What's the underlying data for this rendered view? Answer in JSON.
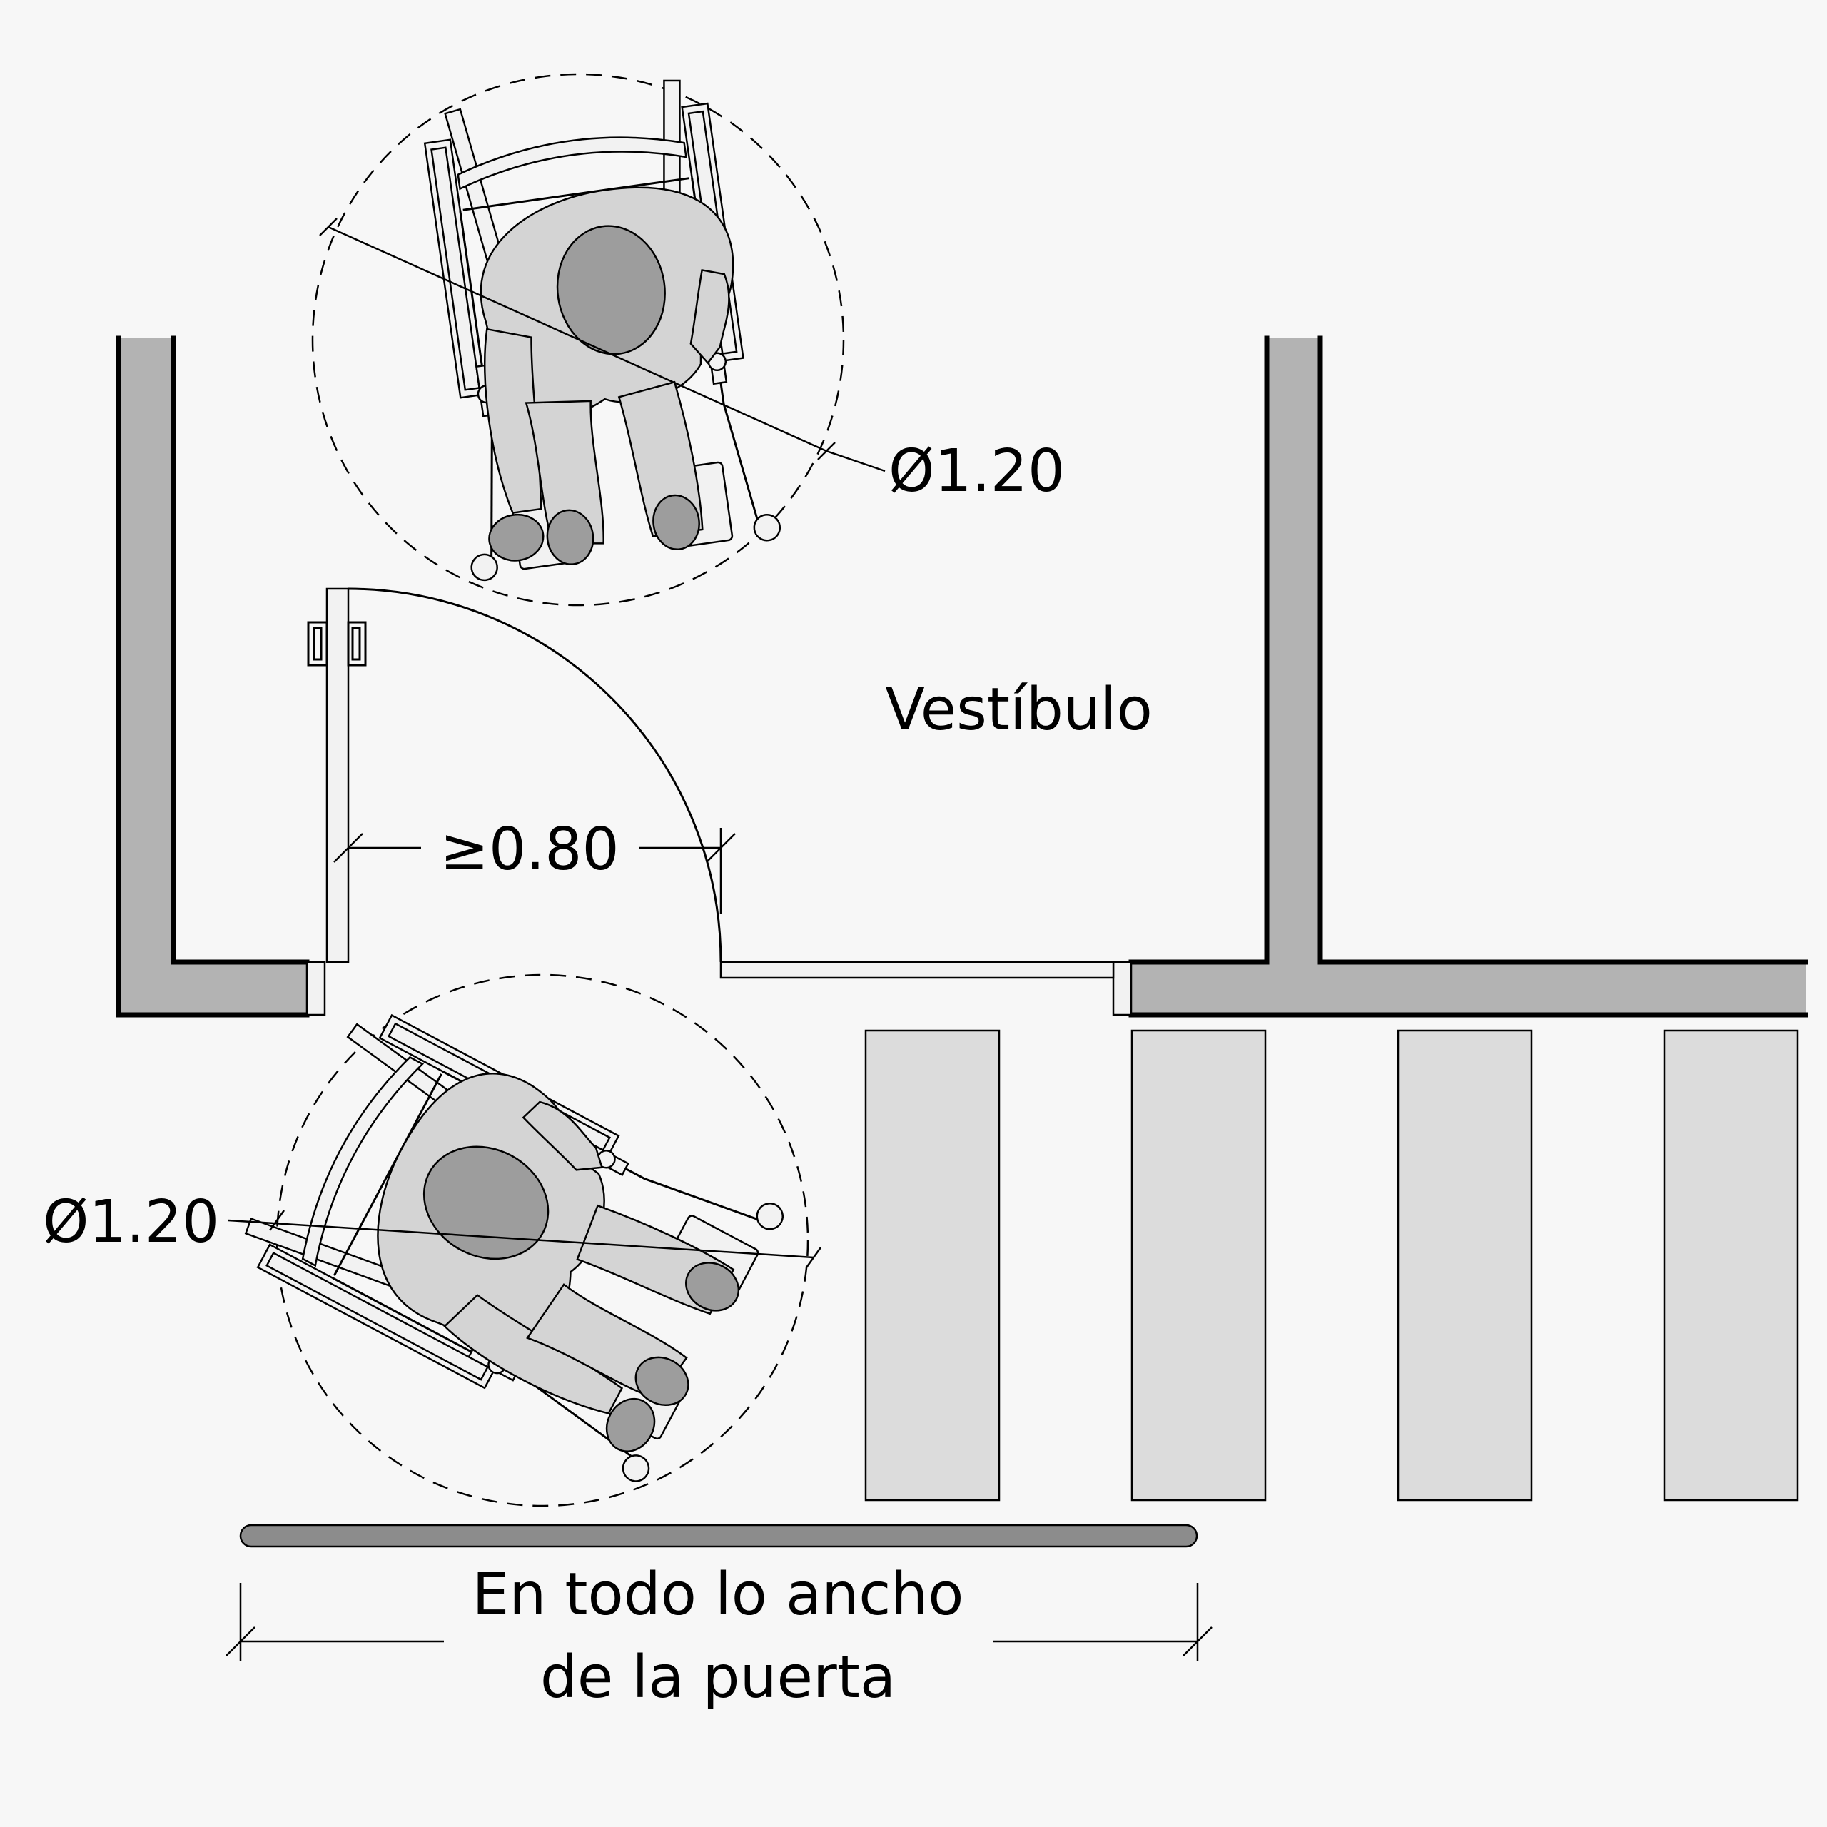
{
  "labels": {
    "room": "Vestíbulo",
    "clear_width": "≥0.80",
    "turning_diameter_top": "Ø1.20",
    "turning_diameter_bottom": "Ø1.20",
    "note_line1": "En todo lo ancho",
    "note_line2": "de la puerta"
  },
  "colors": {
    "background": "#f7f7f7",
    "wall": "#b3b3b3",
    "stripe": "#dcdcdc",
    "figure": "#d4d4d4",
    "figure_dark": "#9d9d9d",
    "rail": "#8c8c8c"
  }
}
